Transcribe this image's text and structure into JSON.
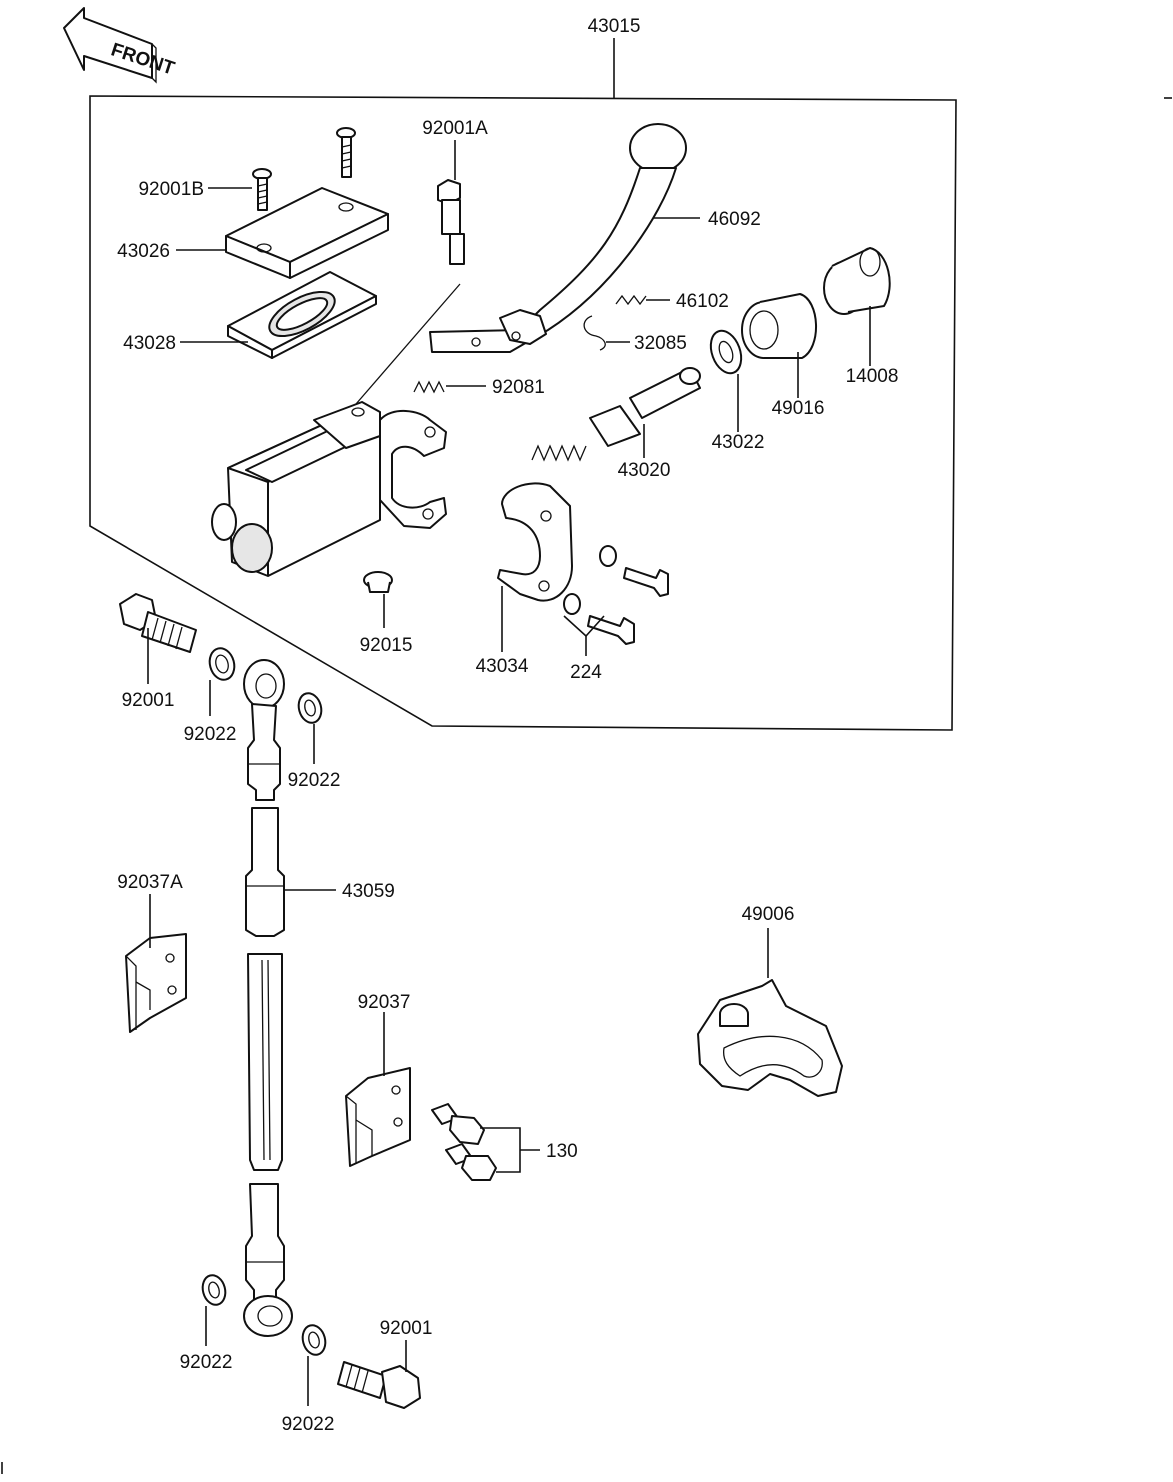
{
  "badge": {
    "front": "FRONT"
  },
  "labels": {
    "assembly": "43015",
    "screw_a": "92001A",
    "screw_b": "92001B",
    "cap": "43026",
    "diaphragm": "43028",
    "lever": "46092",
    "spring_small": "46102",
    "clip": "32085",
    "spring_pivot": "92081",
    "boot_cap": "14008",
    "boot": "49016",
    "washer_piston": "43022",
    "piston": "43020",
    "cap_nipple": "92015",
    "clamp": "43034",
    "clamp_bolts": "224",
    "banjo_bolt_top": "92001",
    "washer_1": "92022",
    "washer_2": "92022",
    "hose": "43059",
    "bracket_a": "92037A",
    "bracket": "92037",
    "bracket_bolts": "130",
    "cover": "49006",
    "washer_3": "92022",
    "washer_4": "92022",
    "banjo_bolt_bottom": "92001"
  }
}
